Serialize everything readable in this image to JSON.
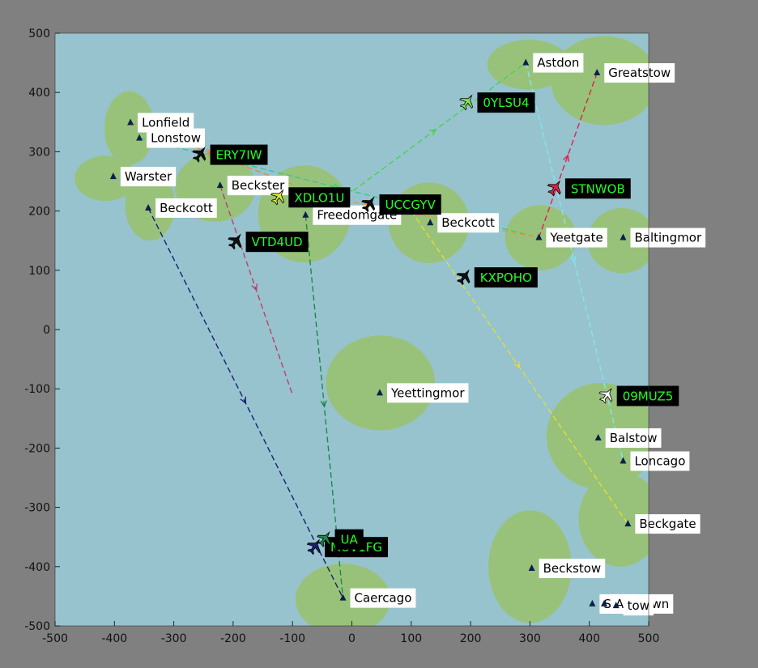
{
  "chart_data": {
    "type": "map",
    "xlim": [
      -500,
      500
    ],
    "ylim": [
      -500,
      500
    ],
    "x_ticks": [
      -500,
      -400,
      -300,
      -200,
      -100,
      0,
      100,
      200,
      300,
      400,
      500
    ],
    "y_ticks": [
      -500,
      -400,
      -300,
      -200,
      -100,
      0,
      100,
      200,
      300,
      400,
      500
    ],
    "grid": false,
    "colors": {
      "background": "#808080",
      "water": "#97c3cf",
      "land": "#98c27a",
      "city_marker": "#0d1f4a",
      "label_box": "#ffffff",
      "flight_label_box": "#000000",
      "flight_label_text": "#22ff22"
    },
    "land_areas": [
      {
        "cx": -375,
        "cy": 340,
        "rx": 42,
        "ry": 62
      },
      {
        "cx": -415,
        "cy": 255,
        "rx": 52,
        "ry": 38
      },
      {
        "cx": -340,
        "cy": 210,
        "rx": 42,
        "ry": 60
      },
      {
        "cx": -230,
        "cy": 240,
        "rx": 68,
        "ry": 58
      },
      {
        "cx": -80,
        "cy": 195,
        "rx": 78,
        "ry": 82
      },
      {
        "cx": 130,
        "cy": 180,
        "rx": 68,
        "ry": 68
      },
      {
        "cx": 318,
        "cy": 155,
        "rx": 60,
        "ry": 55
      },
      {
        "cx": 455,
        "cy": 150,
        "rx": 58,
        "ry": 55
      },
      {
        "cx": 298,
        "cy": 447,
        "rx": 70,
        "ry": 42
      },
      {
        "cx": 425,
        "cy": 420,
        "rx": 90,
        "ry": 75
      },
      {
        "cx": 48,
        "cy": -90,
        "rx": 92,
        "ry": 80
      },
      {
        "cx": 420,
        "cy": -180,
        "rx": 92,
        "ry": 90
      },
      {
        "cx": 452,
        "cy": -320,
        "rx": 70,
        "ry": 80
      },
      {
        "cx": 300,
        "cy": -400,
        "rx": 70,
        "ry": 95
      },
      {
        "cx": -15,
        "cy": -455,
        "rx": 80,
        "ry": 60
      }
    ],
    "cities": [
      {
        "name": "Lonfield",
        "x": -373,
        "y": 349
      },
      {
        "name": "Lonstow",
        "x": -358,
        "y": 323
      },
      {
        "name": "Warster",
        "x": -402,
        "y": 258
      },
      {
        "name": "Beckcott",
        "x": -343,
        "y": 205
      },
      {
        "name": "Beckster",
        "x": -222,
        "y": 243
      },
      {
        "name": "Freedomgate",
        "x": -78,
        "y": 193
      },
      {
        "name": "Beckcott",
        "x": 132,
        "y": 180
      },
      {
        "name": "Yeetgate",
        "x": 315,
        "y": 155
      },
      {
        "name": "Baltingmor",
        "x": 457,
        "y": 155
      },
      {
        "name": "Astdon",
        "x": 293,
        "y": 450
      },
      {
        "name": "Greatstow",
        "x": 413,
        "y": 433
      },
      {
        "name": "Yeettingmor",
        "x": 47,
        "y": -107
      },
      {
        "name": "Balstow",
        "x": 415,
        "y": -183
      },
      {
        "name": "Loncago",
        "x": 457,
        "y": -222
      },
      {
        "name": "Beckgate",
        "x": 465,
        "y": -328
      },
      {
        "name": "Beckstow",
        "x": 303,
        "y": -403
      },
      {
        "name": "Caercago",
        "x": -15,
        "y": -453
      },
      {
        "name": "Shar",
        "x": 405,
        "y": -463
      },
      {
        "name": "Ast Town",
        "x": 425,
        "y": -463
      },
      {
        "name": "tow",
        "x": 445,
        "y": -466
      }
    ],
    "routes": [
      {
        "from": [
          -343,
          205
        ],
        "to": [
          -15,
          -453
        ],
        "color": "#1a1f6e"
      },
      {
        "from": [
          -222,
          243
        ],
        "to": [
          -100,
          -110
        ],
        "color": "#c23b6a"
      },
      {
        "from": [
          -78,
          193
        ],
        "to": [
          -15,
          -453
        ],
        "color": "#1a8a4a"
      },
      {
        "from": [
          -373,
          349
        ],
        "to": [
          -100,
          245
        ],
        "color": "#e68a3a"
      },
      {
        "from": [
          -358,
          323
        ],
        "to": [
          315,
          155
        ],
        "color": "#2ecc88"
      },
      {
        "from": [
          -130,
          240
        ],
        "to": [
          315,
          155
        ],
        "color": "#d8a23a"
      },
      {
        "from": [
          -10,
          225
        ],
        "to": [
          293,
          450
        ],
        "color": "#46d44a"
      },
      {
        "from": [
          100,
          200
        ],
        "to": [
          465,
          -328
        ],
        "color": "#e0e030"
      },
      {
        "from": [
          315,
          155
        ],
        "to": [
          413,
          433
        ],
        "color": "#e0204a"
      },
      {
        "from": [
          293,
          450
        ],
        "to": [
          457,
          -222
        ],
        "color": "#80e8e8"
      }
    ],
    "flights": [
      {
        "id": "ERY7IW",
        "x": -255,
        "y": 297,
        "color": "#111111"
      },
      {
        "id": "XDLO1U",
        "x": -123,
        "y": 225,
        "color": "#d8e830"
      },
      {
        "id": "UCCGYV",
        "x": 30,
        "y": 213,
        "color": "#111111"
      },
      {
        "id": "VTD4UD",
        "x": -195,
        "y": 150,
        "color": "#111111"
      },
      {
        "id": "0YLSU4",
        "x": 195,
        "y": 385,
        "color": "#8ce060"
      },
      {
        "id": "STNWOB",
        "x": 343,
        "y": 240,
        "color": "#e0204a"
      },
      {
        "id": "KXPOHO",
        "x": 190,
        "y": 90,
        "color": "#111111"
      },
      {
        "id": "09MUZ5",
        "x": 430,
        "y": -110,
        "color": "#ffffff"
      },
      {
        "id": "MUV1FG",
        "x": -62,
        "y": -365,
        "color": "#1a1f6e"
      },
      {
        "id": "UA",
        "x": -45,
        "y": -352,
        "color": "#1a8a4a"
      }
    ]
  }
}
